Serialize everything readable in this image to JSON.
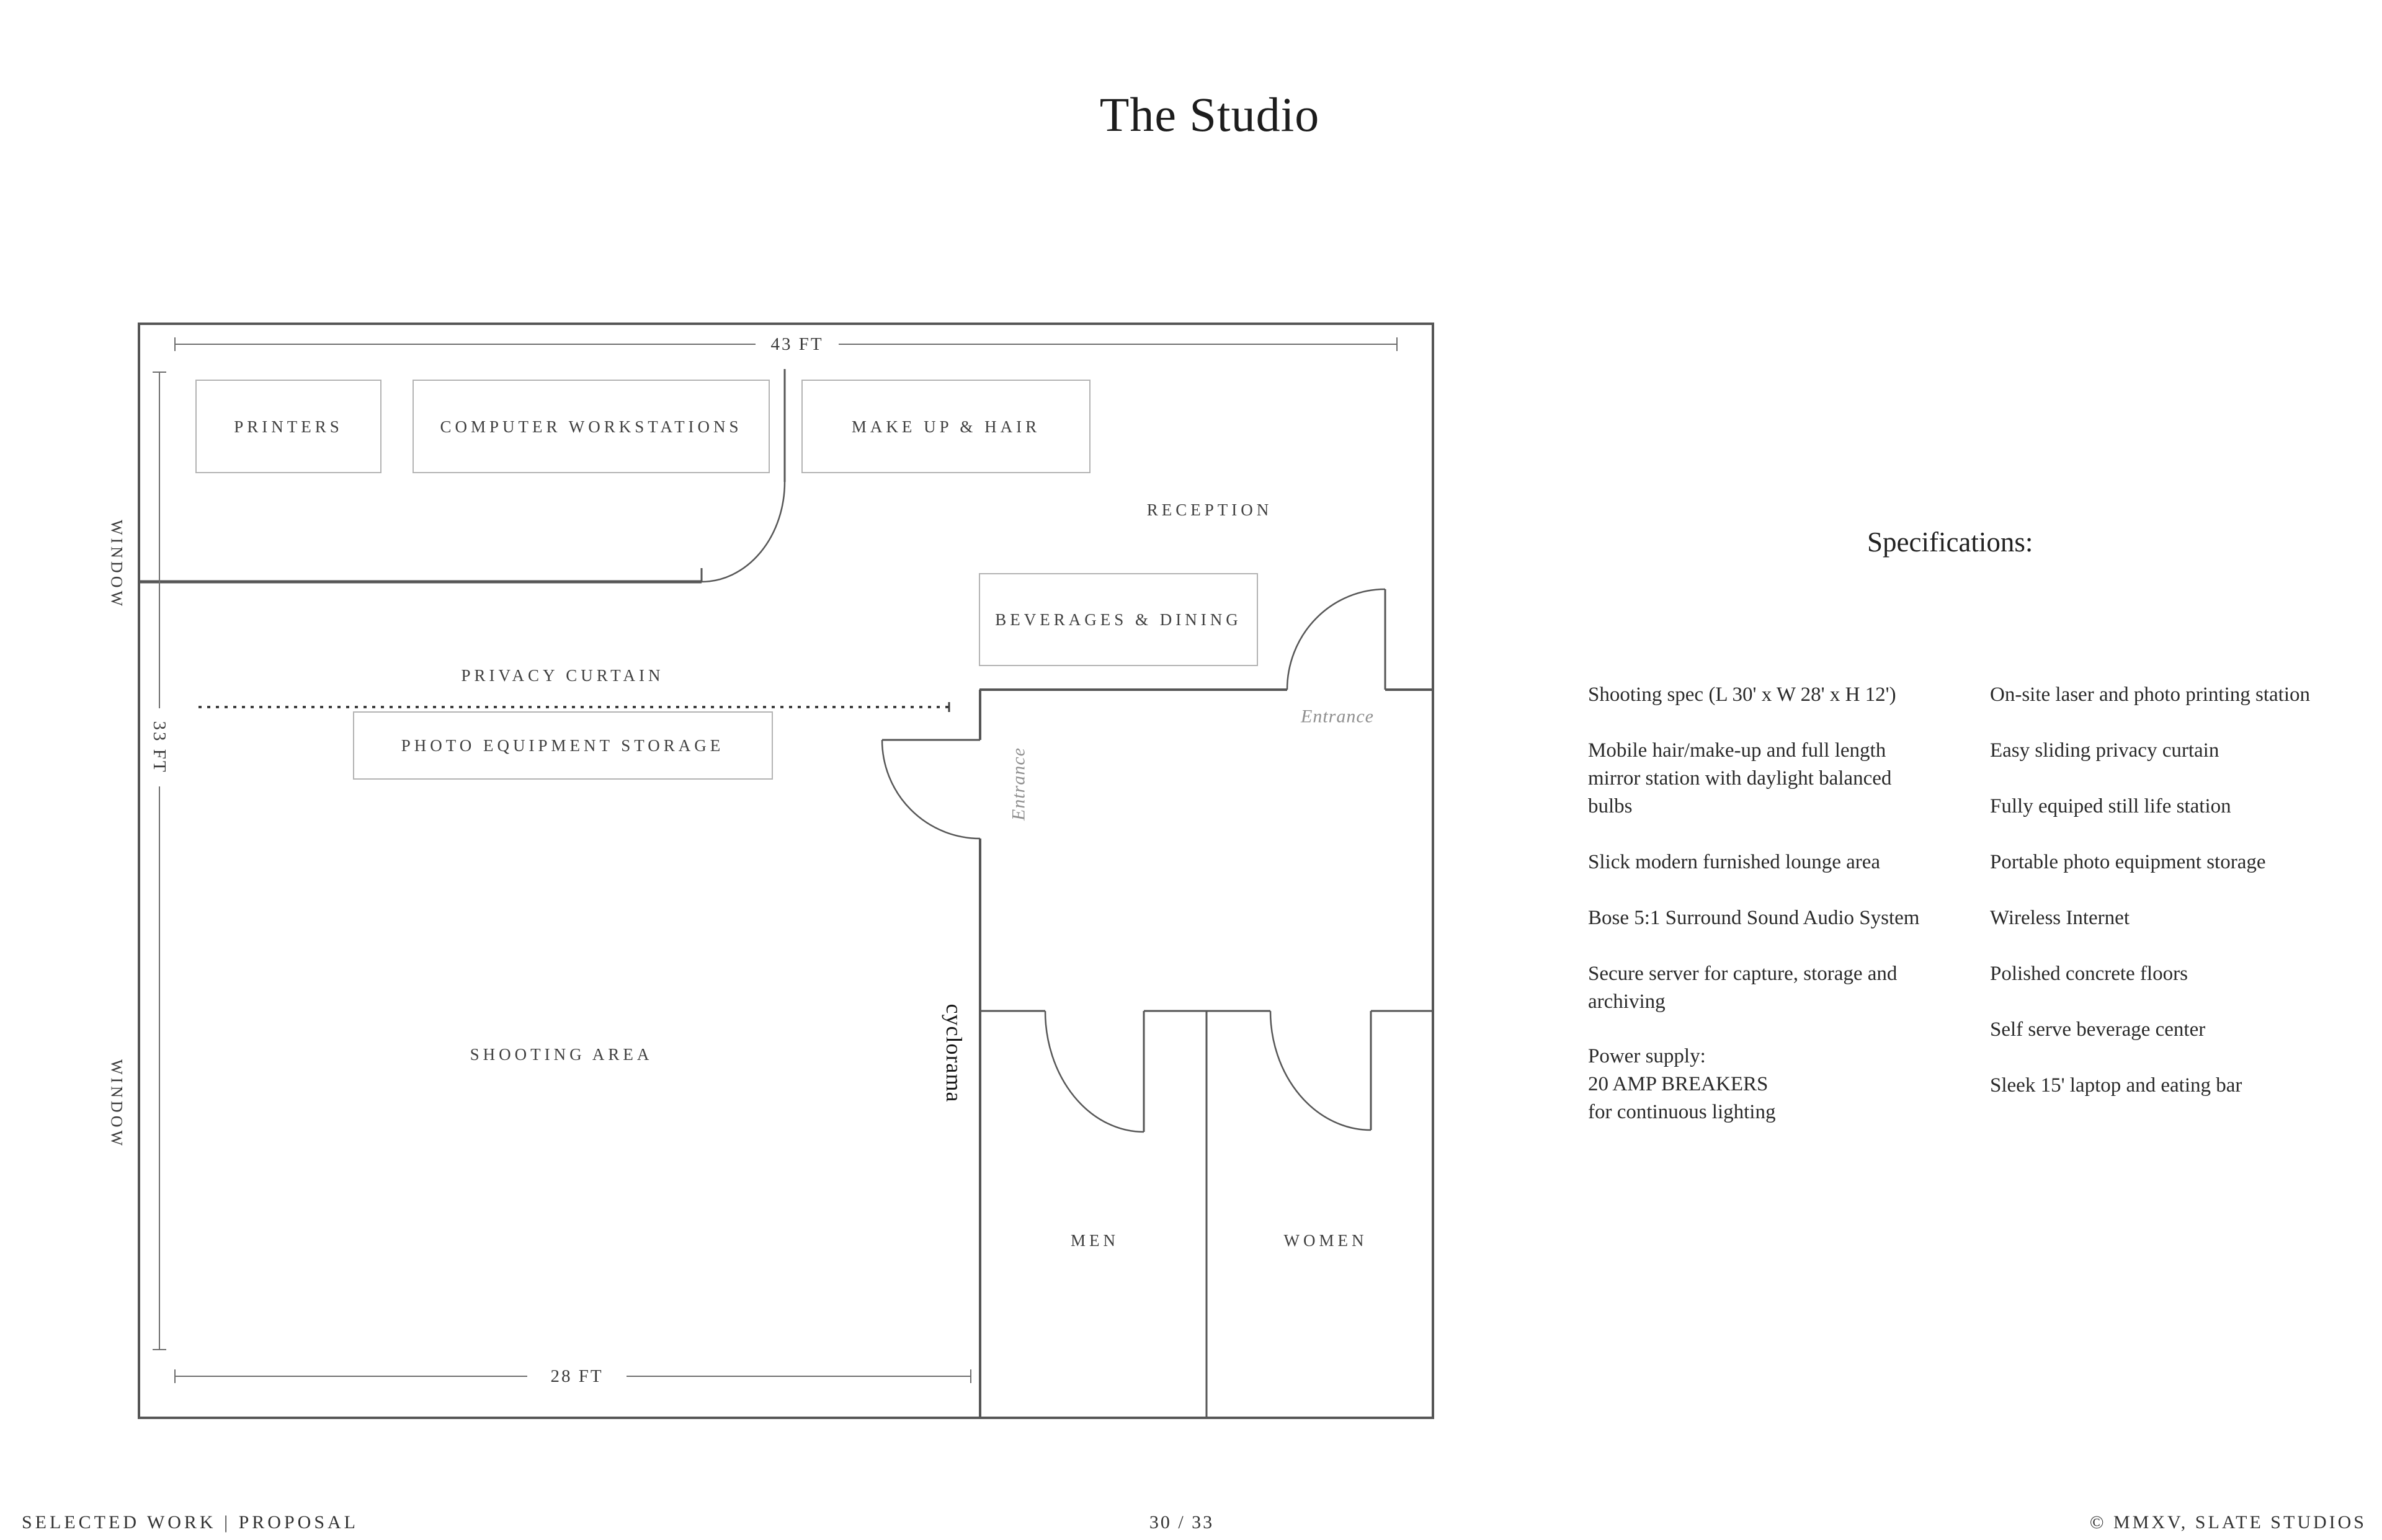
{
  "title": "The Studio",
  "floor_plan": {
    "dimensions": {
      "top": "43 FT",
      "left": "33 FT",
      "bottom": "28 FT"
    },
    "window_labels": {
      "upper": "WINDOW",
      "lower": "WINDOW"
    },
    "rooms": {
      "printers": "PRINTERS",
      "computer_workstations": "COMPUTER WORKSTATIONS",
      "makeup_hair": "MAKE UP & HAIR",
      "reception": "RECEPTION",
      "beverages_dining": "BEVERAGES & DINING",
      "privacy_curtain": "PRIVACY CURTAIN",
      "photo_equipment_storage": "PHOTO EQUIPMENT STORAGE",
      "shooting_area": "SHOOTING AREA",
      "cyclorama": "cyclorama",
      "men": "MEN",
      "women": "WOMEN"
    },
    "entrance_labels": {
      "center": "Entrance",
      "right": "Entrance"
    }
  },
  "specifications": {
    "heading": "Specifications:",
    "left_column": [
      [
        "Shooting spec (L 30' x W 28' x H 12')"
      ],
      [
        "Mobile hair/make-up and full length",
        "mirror station with daylight balanced",
        "bulbs"
      ],
      [
        "Slick modern furnished lounge area"
      ],
      [
        "Bose 5:1 Surround Sound Audio System"
      ],
      [
        "Secure server for capture, storage and",
        "archiving"
      ],
      [
        "Power supply:",
        "20 AMP BREAKERS",
        "for continuous lighting"
      ]
    ],
    "right_column": [
      [
        "On-site laser and photo printing station"
      ],
      [
        "Easy sliding privacy curtain"
      ],
      [
        "Fully equiped still life station"
      ],
      [
        "Portable photo equipment storage"
      ],
      [
        "Wireless Internet"
      ],
      [
        "Polished concrete floors"
      ],
      [
        "Self serve beverage center"
      ],
      [
        "Sleek 15' laptop and eating bar"
      ]
    ]
  },
  "footer": {
    "left": "SELECTED WORK | PROPOSAL",
    "center": "30 / 33",
    "right": "© MMXV, SLATE STUDIOS"
  }
}
